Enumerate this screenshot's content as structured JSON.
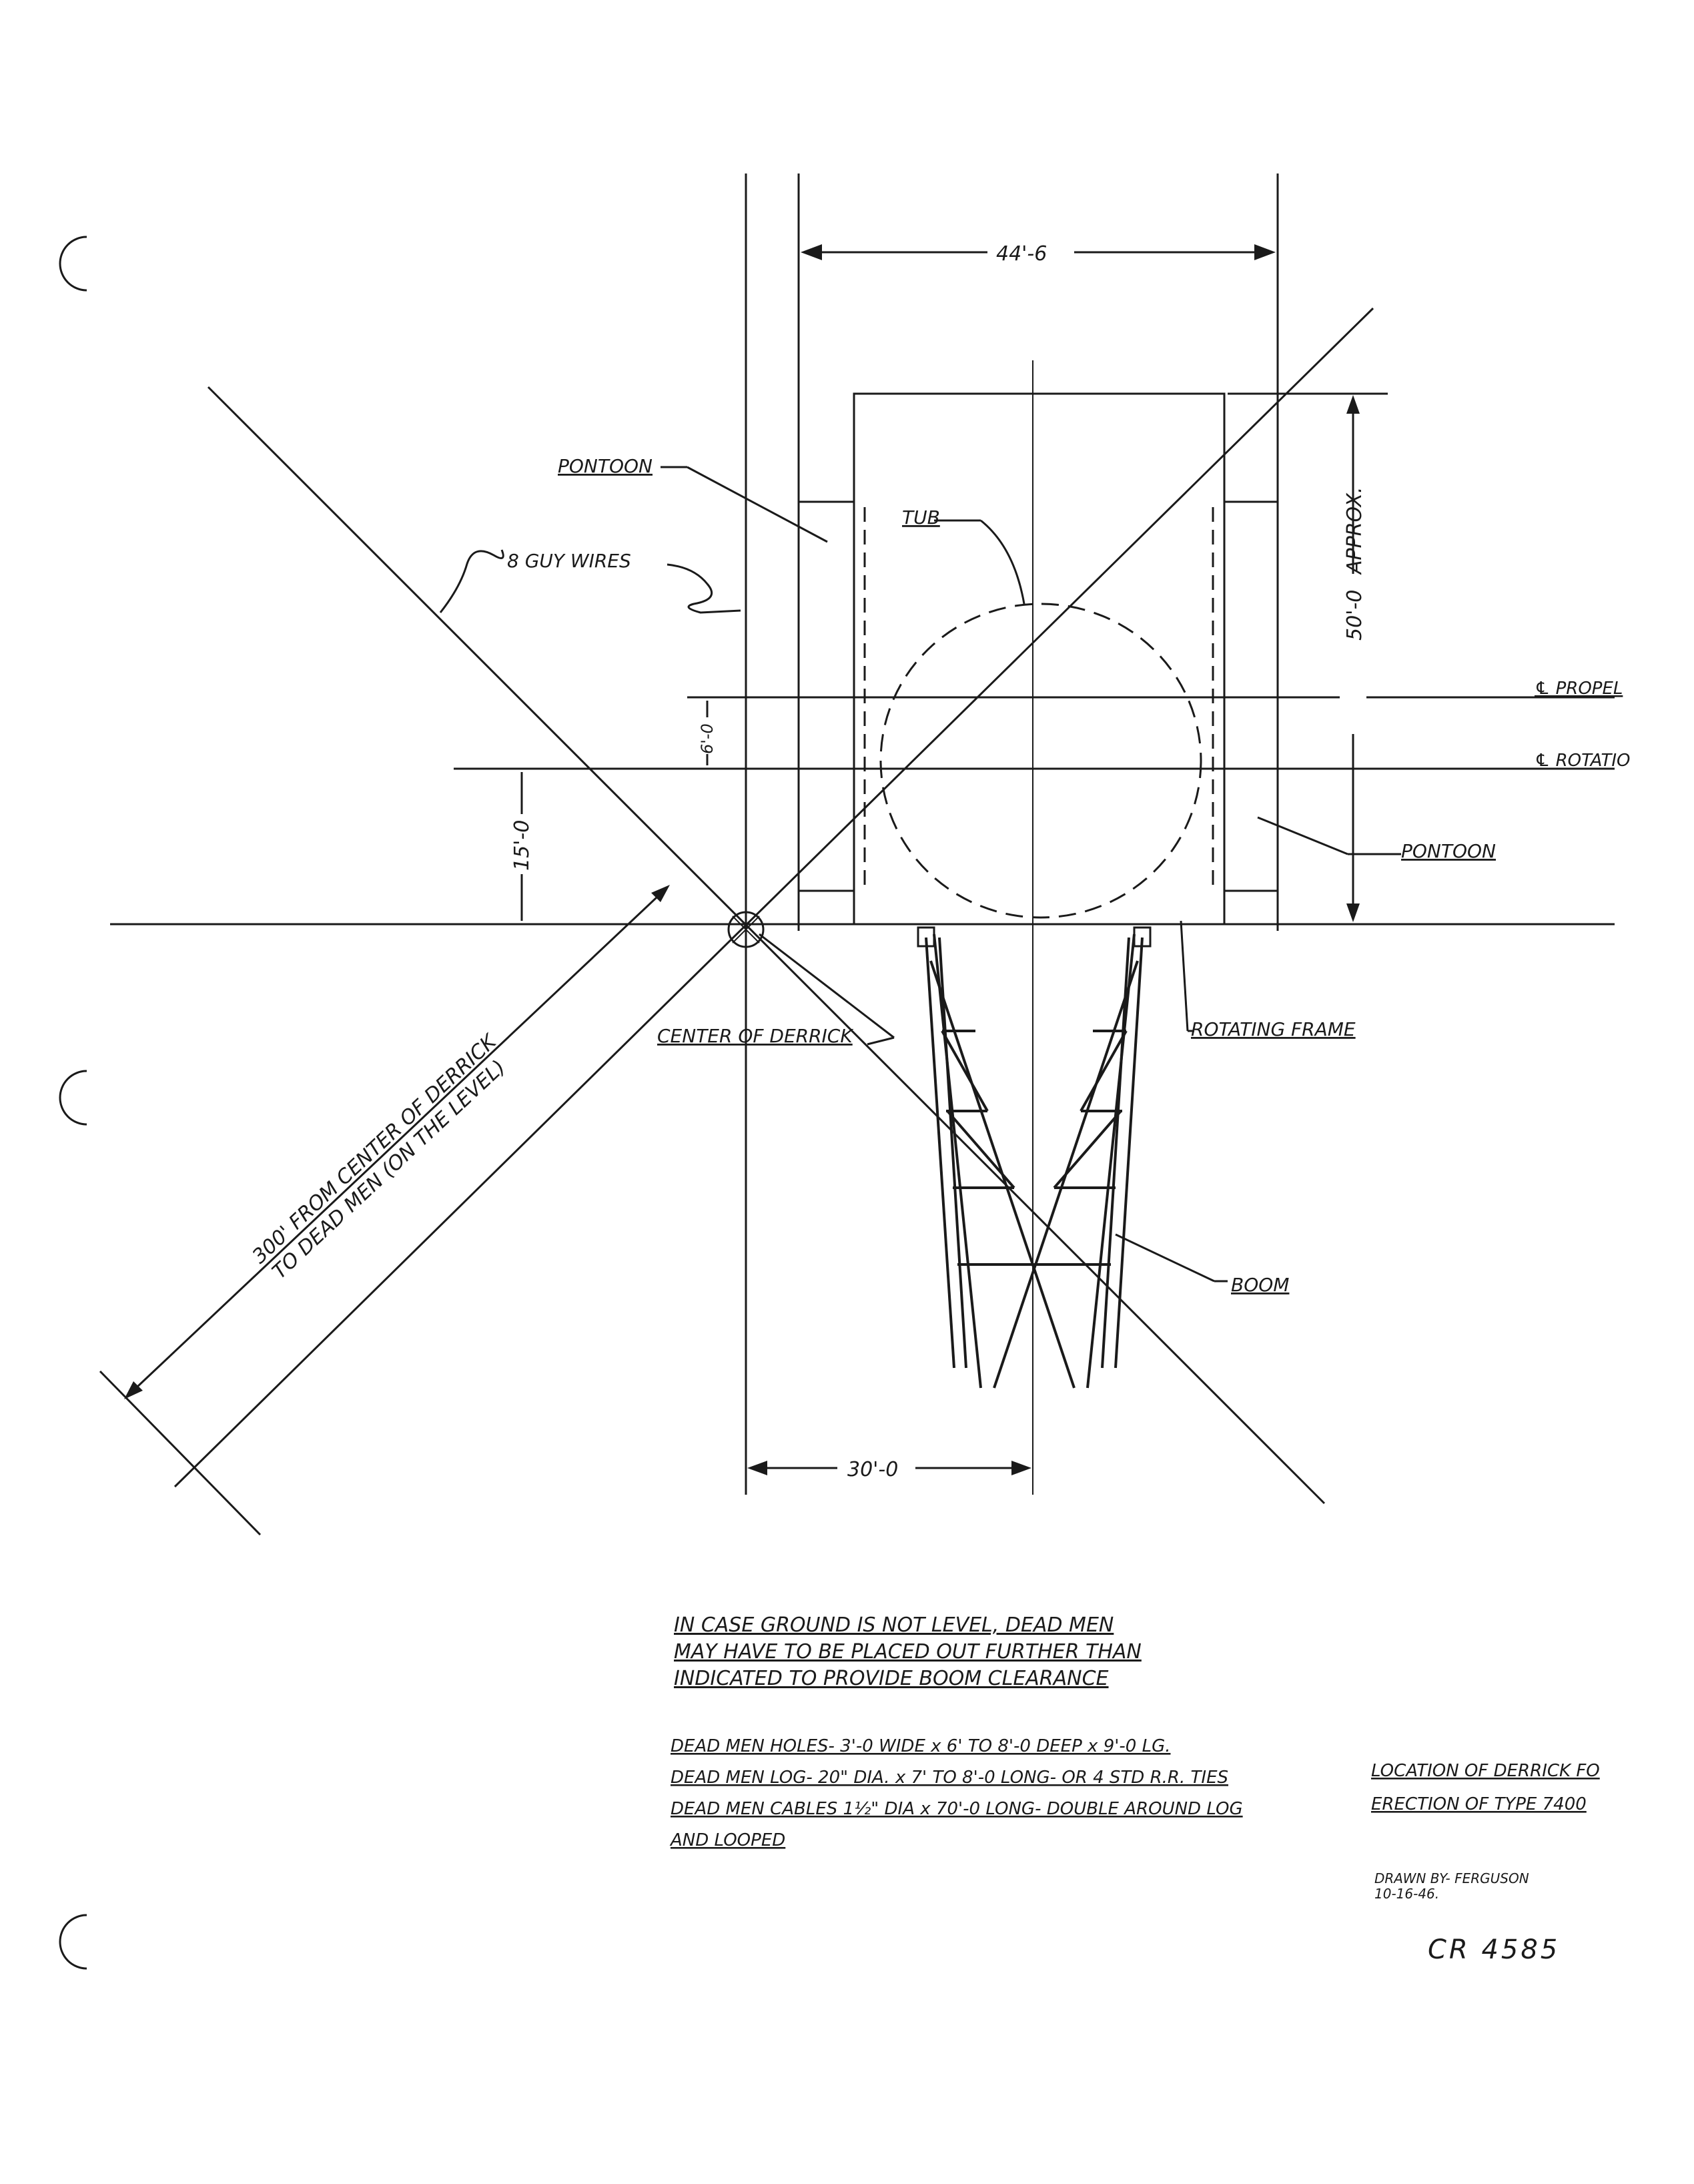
{
  "labels": {
    "pontoon_left": "PONTOON",
    "pontoon_right": "PONTOON",
    "tub": "TUB",
    "guy_wires": "8 GUY WIRES",
    "propel": "℄ PROPEL",
    "rotation": "℄ ROTATIO",
    "rotating_frame": "ROTATING FRAME",
    "center_of_derrick": "CENTER OF DERRICK",
    "boom": "BOOM",
    "diag_line1": "300' FROM CENTER OF DERRICK",
    "diag_line2": "TO DEAD MEN (ON THE LEVEL)"
  },
  "dimensions": {
    "width_top": "44'-6",
    "length_right": "50'-0",
    "approx": "APPROX.",
    "six": "6'-0",
    "fifteen": "15'-0",
    "thirty": "30'-0"
  },
  "notes": {
    "ground": [
      "IN CASE GROUND IS NOT LEVEL, DEAD MEN",
      "MAY HAVE TO BE PLACED OUT FURTHER THAN",
      "INDICATED TO PROVIDE BOOM CLEARANCE"
    ],
    "deadmen": [
      "DEAD MEN HOLES- 3'-0 WIDE x 6' TO 8'-0 DEEP x 9'-0 LG.",
      "DEAD MEN LOG- 20\" DIA. x 7' TO 8'-0 LONG- OR 4 STD R.R. TIES",
      "DEAD MEN CABLES 1½\" DIA x 70'-0 LONG- DOUBLE AROUND LOG",
      "AND LOOPED"
    ]
  },
  "title_block": {
    "line1": "LOCATION OF DERRICK FO",
    "line2": "ERECTION OF TYPE 7400",
    "drawn_by": "DRAWN BY- FERGUSON",
    "date": "10-16-46.",
    "number": "CR 4585"
  }
}
